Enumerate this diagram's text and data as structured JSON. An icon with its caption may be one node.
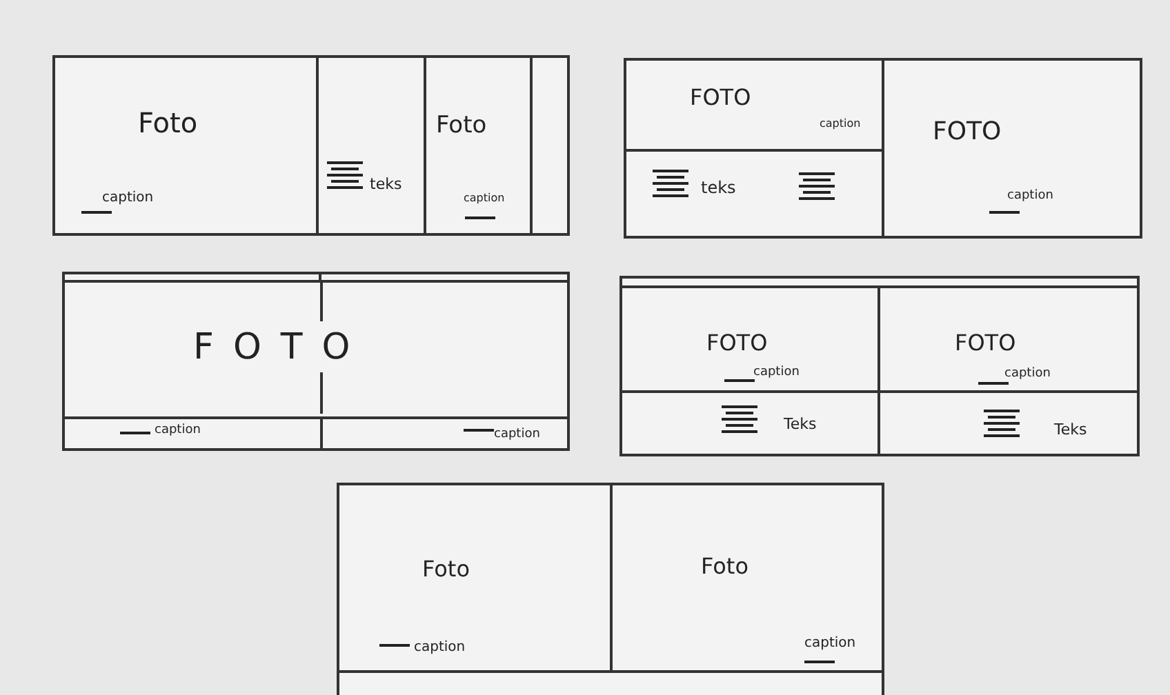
{
  "diagram": {
    "nodes": [
      {
        "text": [],
        "shape": "box"
      },
      {
        "text": [
          "Foto",
          "caption"
        ],
        "in": 0
      },
      {
        "text": [
          "teks"
        ],
        "in": 0
      },
      {
        "text": [
          "Foto",
          "caption"
        ],
        "in": 0
      },
      {
        "text": [],
        "shape": "box"
      },
      {
        "text": [
          "FOTO",
          "caption"
        ],
        "in": 4
      },
      {
        "text": [
          "teks"
        ],
        "in": 4
      },
      {
        "text": [
          "FOTO",
          "caption"
        ],
        "in": 4
      },
      {
        "text": [],
        "shape": "box"
      },
      {
        "text": [
          "FOTO"
        ],
        "in": 8
      },
      {
        "text": [
          "caption"
        ],
        "in": 8
      },
      {
        "text": [
          "caption"
        ],
        "in": 8
      },
      {
        "text": [],
        "shape": "box"
      },
      {
        "text": [
          "FOTO",
          "caption"
        ],
        "in": 12
      },
      {
        "text": [
          "FOTO",
          "caption"
        ],
        "in": 12
      },
      {
        "text": [
          "Teks"
        ],
        "in": 12
      },
      {
        "text": [
          "Teks"
        ],
        "in": 12
      },
      {
        "text": [],
        "shape": "box"
      },
      {
        "text": [
          "Foto",
          "caption"
        ],
        "in": 17
      },
      {
        "text": [
          "Foto",
          "caption"
        ],
        "in": 17
      }
    ]
  }
}
